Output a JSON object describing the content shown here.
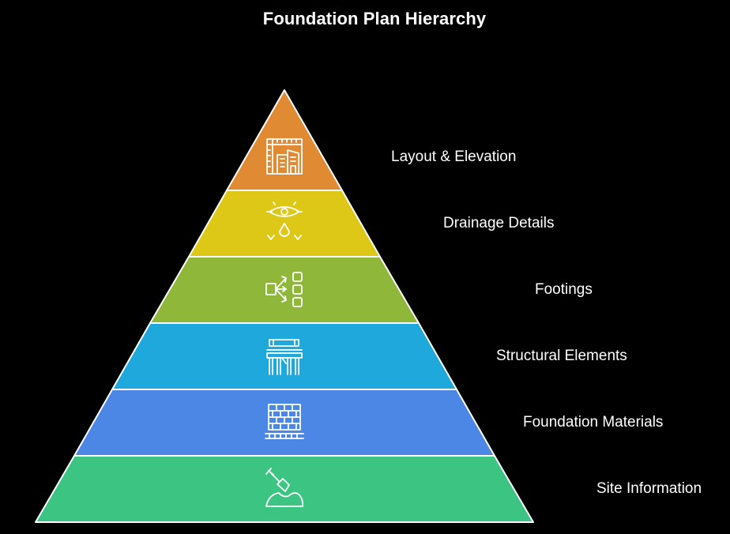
{
  "title": "Foundation Plan Hierarchy",
  "levels": [
    {
      "label": "Layout & Elevation",
      "color": "#E08A33",
      "icon": "blueprint-building-icon"
    },
    {
      "label": "Drainage Details",
      "color": "#DDC817",
      "icon": "eye-drainage-drops-icon"
    },
    {
      "label": "Footings",
      "color": "#8FB83A",
      "icon": "flow-distribution-icon"
    },
    {
      "label": "Structural Elements",
      "color": "#1FA8DB",
      "icon": "columns-structure-icon"
    },
    {
      "label": "Foundation Materials",
      "color": "#4C87E5",
      "icon": "brick-wall-icon"
    },
    {
      "label": "Site Information",
      "color": "#3CC582",
      "icon": "shovel-soil-icon"
    }
  ]
}
